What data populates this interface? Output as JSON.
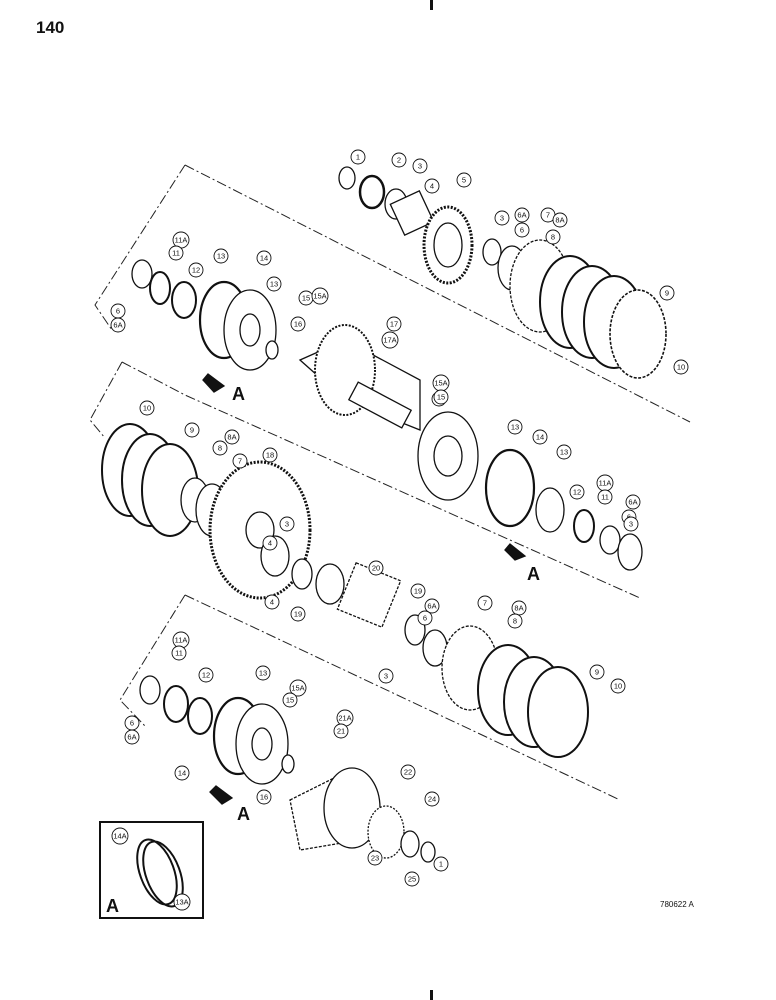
{
  "page_number": "140",
  "figure_code": "780622 A",
  "view_marker": "A",
  "detail_labels": {
    "upper": "14A",
    "lower": "13A",
    "letter": "A"
  },
  "callouts": {
    "upper": [
      "1",
      "2",
      "3",
      "4",
      "5",
      "3",
      "6A",
      "6",
      "7",
      "8A",
      "8",
      "9",
      "10",
      "11A",
      "11",
      "12",
      "13",
      "14",
      "13",
      "15",
      "15A",
      "16",
      "17A",
      "17",
      "6",
      "6A"
    ],
    "middle": [
      "10",
      "9",
      "8A",
      "8",
      "7",
      "18",
      "3",
      "4",
      "4",
      "19",
      "20",
      "16",
      "15A",
      "15",
      "13",
      "14",
      "13",
      "12",
      "11A",
      "11",
      "6A",
      "6",
      "3",
      "19",
      "6A",
      "6",
      "7",
      "8A",
      "8",
      "3"
    ],
    "lower": [
      "11A",
      "11",
      "12",
      "13",
      "15A",
      "15",
      "14",
      "16",
      "21A",
      "21",
      "22",
      "24",
      "23",
      "25",
      "1",
      "6",
      "6A",
      "9",
      "10"
    ]
  }
}
